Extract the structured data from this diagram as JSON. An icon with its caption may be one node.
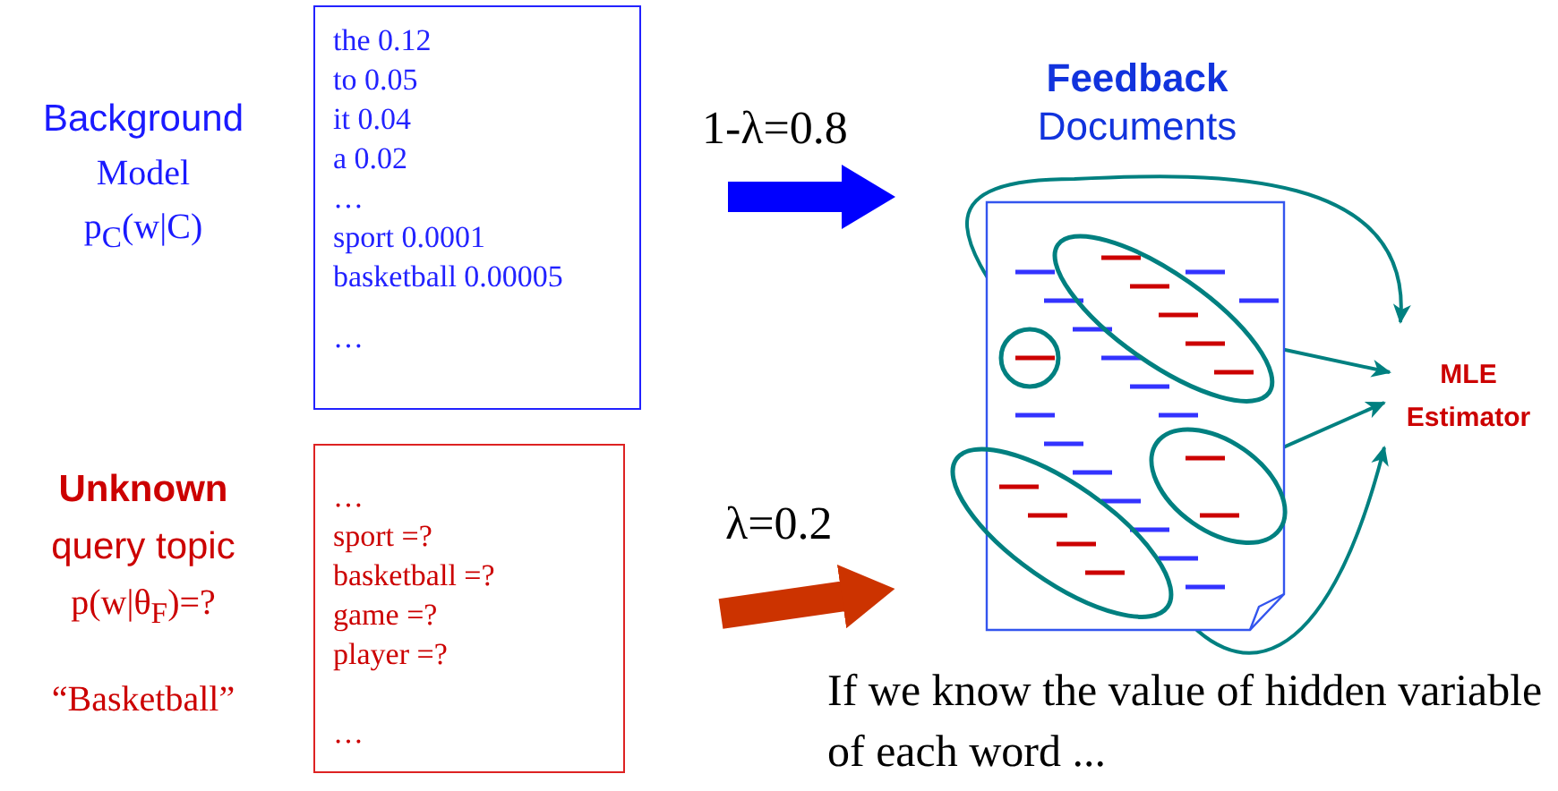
{
  "diagram": {
    "nodes": [
      {
        "text": [
          "the 0.12",
          "to 0.05",
          "it 0.04",
          "a 0.02",
          "…",
          "sport 0.0001",
          "basketball 0.00005",
          "…"
        ],
        "beside": [
          "Background Model p$_{C}$(w|C)"
        ]
      },
      {
        "text": [
          "…",
          "sport =?",
          "basketball =?",
          "game =?",
          "player =?",
          "…"
        ],
        "beside": [
          "**Unknown** query topic p(w|θ$_{F}$)=?",
          "“Basketball”"
        ]
      },
      {
        "text": [
          "**Feedback** Documents"
        ]
      },
      {
        "text": [],
        "shape": "ellipse",
        "in": 2
      },
      {
        "text": [],
        "shape": "circle",
        "in": 2
      },
      {
        "text": [],
        "shape": "ellipse",
        "in": 2
      },
      {
        "text": [],
        "shape": "ellipse"
      },
      {
        "text": [
          "MLE Estimator"
        ]
      }
    ],
    "edges": [
      {
        "from": 0,
        "to": 2,
        "arrow": "to",
        "label": "1-λ=0.8",
        "style": "thick",
        "color": "#0000ff"
      },
      {
        "from": 1,
        "to": 2,
        "arrow": "to",
        "label": "λ=0.2",
        "style": "thick",
        "color": "#cc3300"
      },
      {
        "from": 4,
        "to": 7,
        "arrow": "to"
      },
      {
        "from": 3,
        "to": 7,
        "arrow": "to"
      },
      {
        "from": 5,
        "to": 7,
        "arrow": "to"
      },
      {
        "from": 6,
        "to": 7,
        "arrow": "to"
      }
    ],
    "labels": [
      "If we know the value of hidden variable of each word ..."
    ]
  }
}
